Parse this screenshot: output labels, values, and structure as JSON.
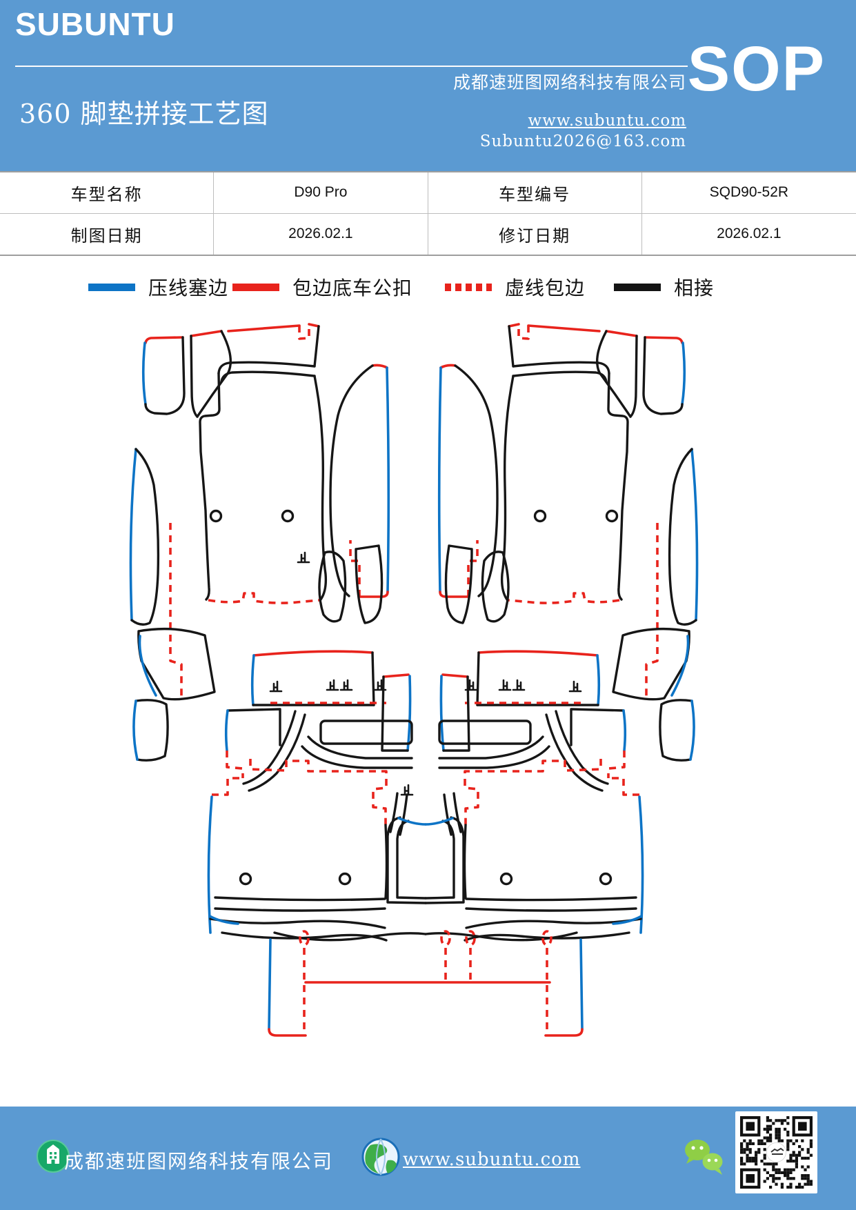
{
  "header": {
    "brand": "SUBUNTU",
    "title": "360 脚垫拼接工艺图",
    "company": "成都速班图网络科技有限公司",
    "website": "www.subuntu.com",
    "email": "Subuntu2026@163.com",
    "doc_type": "SOP"
  },
  "table": {
    "rows": [
      [
        "车型名称",
        "D90 Pro",
        "车型编号",
        "SQD90-52R"
      ],
      [
        "制图日期",
        "2026.02.1",
        "修订日期",
        "2026.02.1"
      ]
    ]
  },
  "legend": {
    "items": [
      {
        "label": "压线塞边",
        "color": "#0d74c6",
        "style": "solid"
      },
      {
        "label": "包边底车公扣",
        "color": "#e8231c",
        "style": "solid"
      },
      {
        "label": "虚线包边",
        "color": "#e8231c",
        "style": "dashed"
      },
      {
        "label": "相接",
        "color": "#141414",
        "style": "solid"
      }
    ]
  },
  "diagram": {
    "description": "360脚垫裁片拼接示意图（前排左右脚垫、后排脚垫与后备连接片）",
    "colors": {
      "blue": "#0d74c6",
      "red": "#e8231c",
      "black": "#161616",
      "band": "#5b9ad2"
    }
  },
  "footer": {
    "company": "成都速班图网络科技有限公司",
    "website": "www.subuntu.com"
  }
}
